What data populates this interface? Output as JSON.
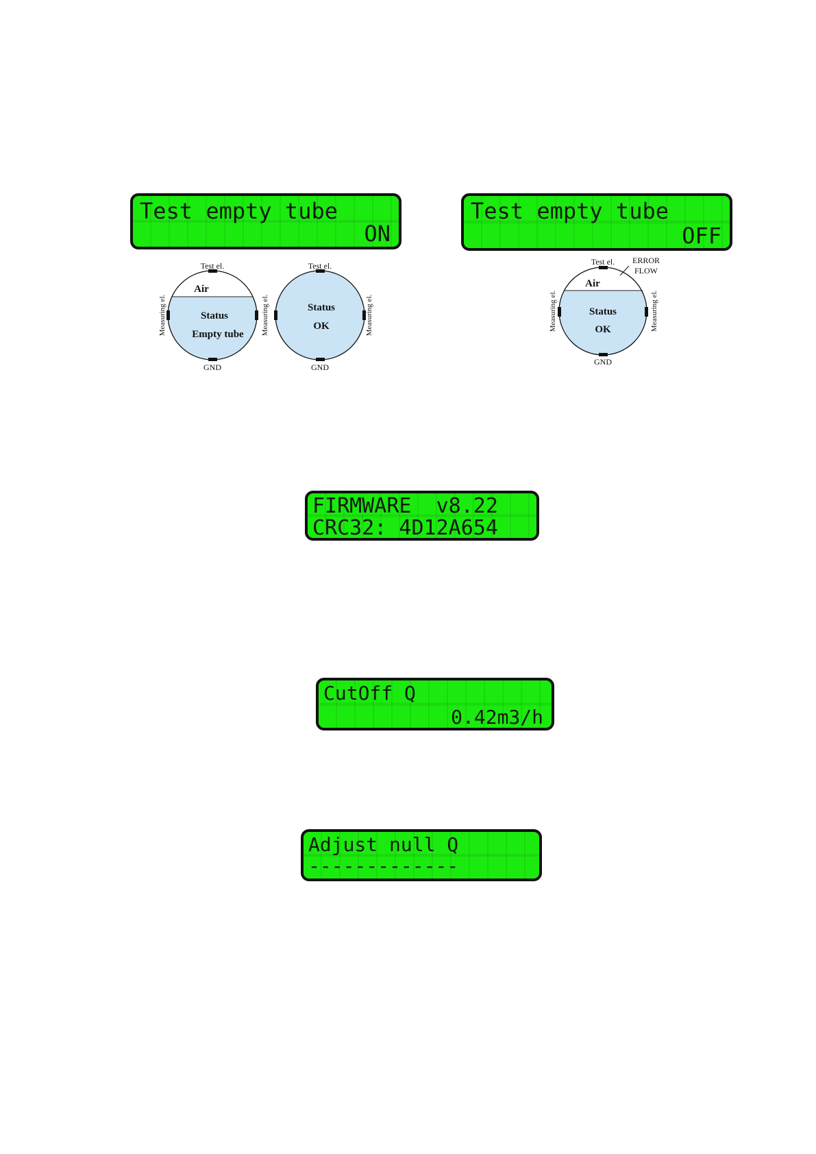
{
  "displays": {
    "empty_tube_on": {
      "line1": "Test empty tube",
      "line2": "ON"
    },
    "empty_tube_off": {
      "line1": "Test empty tube",
      "line2": "OFF"
    },
    "firmware": {
      "line1": "FIRMWARE  v8.22",
      "line2": "CRC32: 4D12A654"
    },
    "cutoff": {
      "line1": "CutOff Q",
      "line2": "0.42m3/h"
    },
    "adjust_null": {
      "line1": "Adjust null Q",
      "line2": "-------------"
    }
  },
  "diagrams": {
    "empty_tube": {
      "test_el": "Test el.",
      "air": "Air",
      "status": "Status",
      "state": "Empty tube",
      "measuring_el_left": "Measuring el.",
      "measuring_el_right": "Measuring el.",
      "gnd": "GND"
    },
    "full_tube": {
      "test_el": "Test el.",
      "status": "Status",
      "state": "OK",
      "measuring_el_left": "Measuring el.",
      "measuring_el_right": "Measuring el.",
      "gnd": "GND"
    },
    "partial_tube": {
      "test_el": "Test el.",
      "error": "ERROR",
      "flow": "FLOW",
      "air": "Air",
      "status": "Status",
      "state": "OK",
      "measuring_el_left": "Measuring el.",
      "measuring_el_right": "Measuring el.",
      "gnd": "GND"
    }
  },
  "colors": {
    "lcd_background": "#1bea0f",
    "lcd_text": "#121a10",
    "water_fill": "#cbe4f5"
  }
}
